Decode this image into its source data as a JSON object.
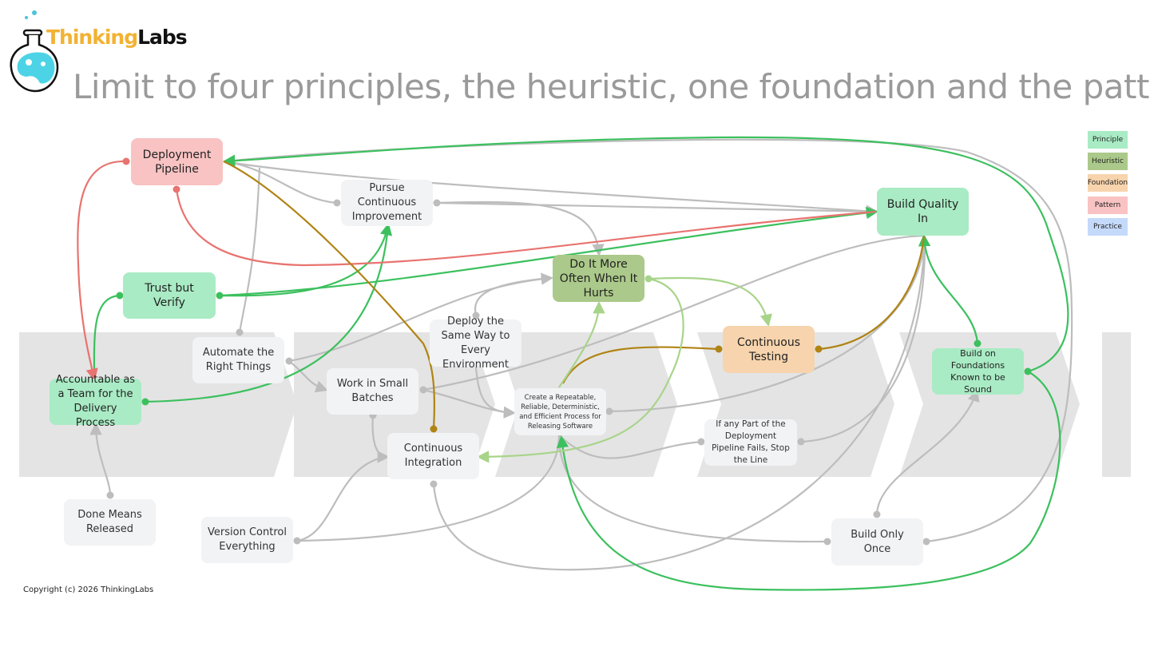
{
  "brand": {
    "part1": "Thinking",
    "part2": "Labs"
  },
  "title": "Limit to four principles, the heuristic, one foundation and the pattern",
  "legend": {
    "principle": "Principle",
    "heuristic": "Heuristic",
    "foundation": "Foundation",
    "pattern": "Pattern",
    "practice": "Practice"
  },
  "colors": {
    "principle": "#a9ebc4",
    "heuristic": "#abc98a",
    "foundation": "#f7d4ad",
    "pattern": "#f9c3c3",
    "practice_legend": "#c5dafa",
    "edge_grey": "#bdbdbd",
    "edge_green": "#3cc05e",
    "edge_red": "#e8736f",
    "edge_gold": "#b08414",
    "edge_lightgreen": "#a8d48a"
  },
  "nodes": {
    "deployment_pipeline": "Deployment Pipeline",
    "pursue_continuous_improvement": "Pursue Continuous Improvement",
    "build_quality_in": "Build Quality In",
    "trust_but_verify": "Trust but Verify",
    "do_it_more_often": "Do It More Often When It Hurts",
    "automate_right_things": "Automate the Right Things",
    "deploy_same_way": "Deploy the Same Way to Every Environment",
    "continuous_testing": "Continuous Testing",
    "build_on_foundations": "Build on Foundations Known to be Sound",
    "accountable_team": "Accountable as a Team for the Delivery Process",
    "work_small_batches": "Work in Small Batches",
    "repeatable_process": "Create a Repeatable, Reliable, Deterministic, and Efficient Process for Releasing Software",
    "continuous_integration": "Continuous Integration",
    "stop_the_line": "If any Part of the Deployment Pipeline Fails, Stop the Line",
    "done_means_released": "Done Means Released",
    "version_control": "Version Control Everything",
    "build_only_once": "Build Only Once"
  },
  "copyright": "Copyright (c) 2026 ThinkingLabs"
}
